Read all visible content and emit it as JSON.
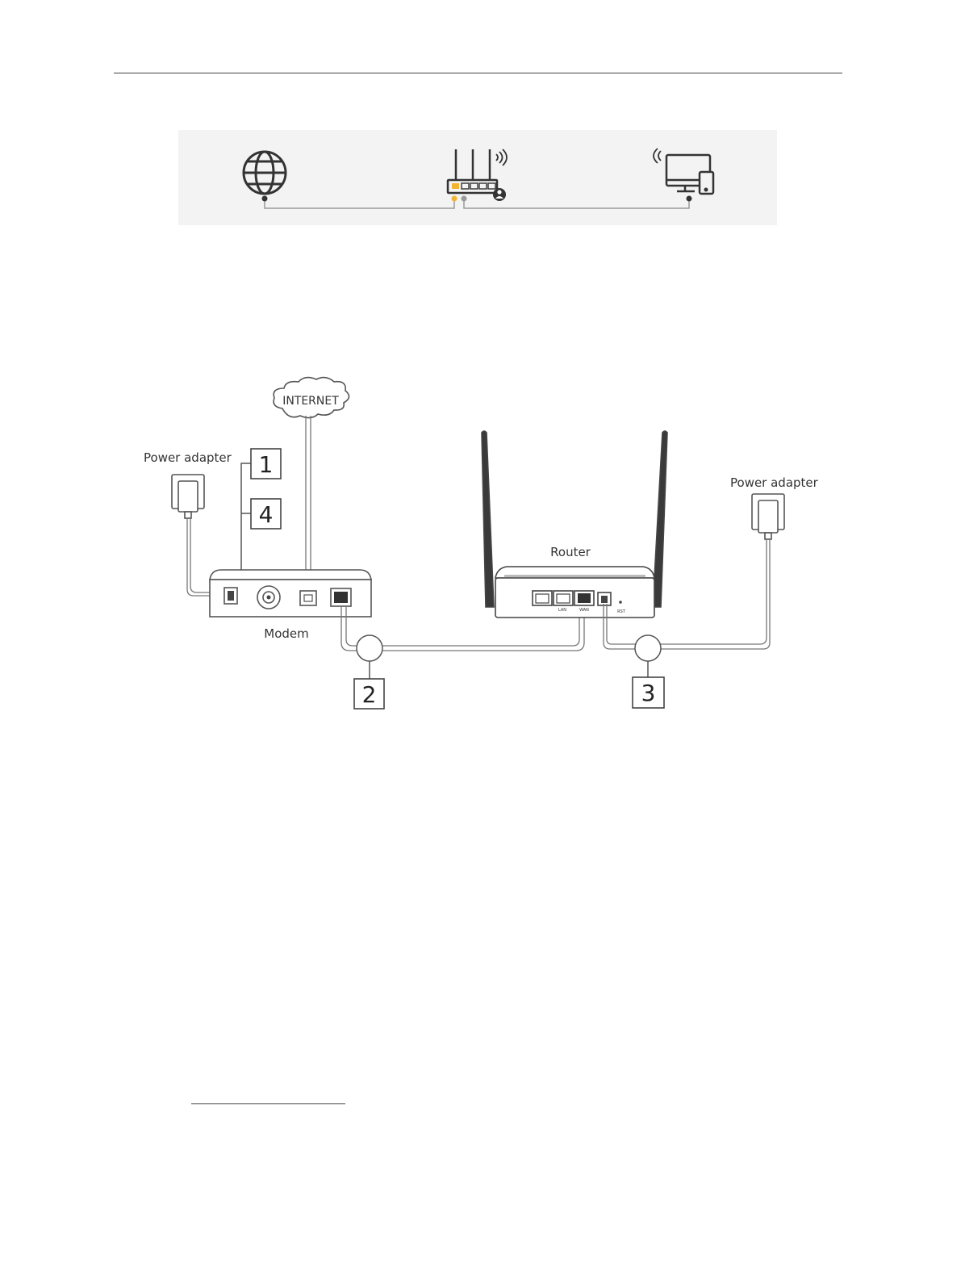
{
  "diagram": {
    "internet_label": "INTERNET",
    "modem_label": "Modem",
    "router_label": "Router",
    "power_adapter_left_label": "Power adapter",
    "power_adapter_right_label": "Power adapter",
    "step_labels": [
      "1",
      "4",
      "2",
      "3"
    ],
    "port_labels": {
      "lan": "LAN",
      "wan": "WAN",
      "rst": "RST"
    },
    "icons": {
      "internet": "globe-icon",
      "router": "router-icon",
      "clients": "computer-phone-icon",
      "client": "user-icon"
    },
    "colors": {
      "lan_port_accent": "#f2b431",
      "line": "#888888",
      "ink": "#333333"
    }
  }
}
